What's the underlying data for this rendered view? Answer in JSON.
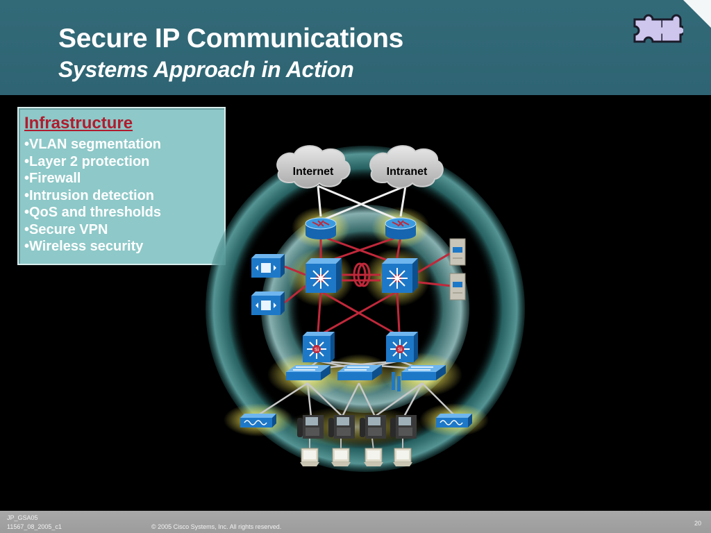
{
  "title": {
    "main": "Secure IP Communications",
    "sub": "Systems Approach in Action"
  },
  "infrastructure": {
    "heading": "Infrastructure",
    "items": [
      "•VLAN segmentation",
      "•Layer 2 protection",
      "•Firewall",
      "•Intrusion detection",
      "•QoS and thresholds",
      "•Secure VPN",
      "•Wireless security"
    ]
  },
  "diagram": {
    "clouds": [
      "Internet",
      "Intranet"
    ]
  },
  "footer": {
    "code1": "JP_GSA05",
    "code2": "11567_08_2005_c1",
    "copyright": "© 2005 Cisco Systems, Inc. All rights reserved.",
    "page": "20"
  },
  "icons": {
    "logo": "puzzle-piece-icon",
    "router": "router-icon",
    "multilayer_switch": "multilayer-switch-icon",
    "switch": "switch-icon",
    "server": "server-icon",
    "ip_phone": "ip-phone-icon",
    "pc": "pc-icon",
    "access_point": "access-point-icon",
    "voice_gateway": "voice-gateway-icon"
  },
  "colors": {
    "title_bar": "#336a78",
    "heading_red": "#b01c2e",
    "box_bg": "#8ec8c8",
    "device_blue": "#1e78c8",
    "link_red": "#c0283a"
  }
}
